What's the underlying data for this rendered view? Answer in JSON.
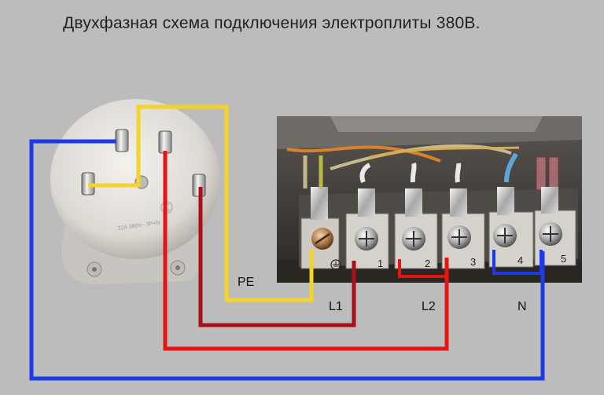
{
  "title": "Двухфазная схема подключения электроплиты 380В.",
  "labels": {
    "pe": "PE",
    "l1": "L1",
    "l2": "L2",
    "n": "N"
  },
  "terminals": [
    "1",
    "2",
    "3",
    "4",
    "5"
  ],
  "socket_marking": "32A 380V~ 3P+N",
  "colors": {
    "pe": "#f4d32a",
    "l1": "#a8101a",
    "l2": "#e81414",
    "n": "#1c3ae8",
    "background": "#bcbcbc"
  },
  "icons": {
    "ground": "ground-symbol-icon",
    "socket_logo": "socket-logo-icon"
  }
}
